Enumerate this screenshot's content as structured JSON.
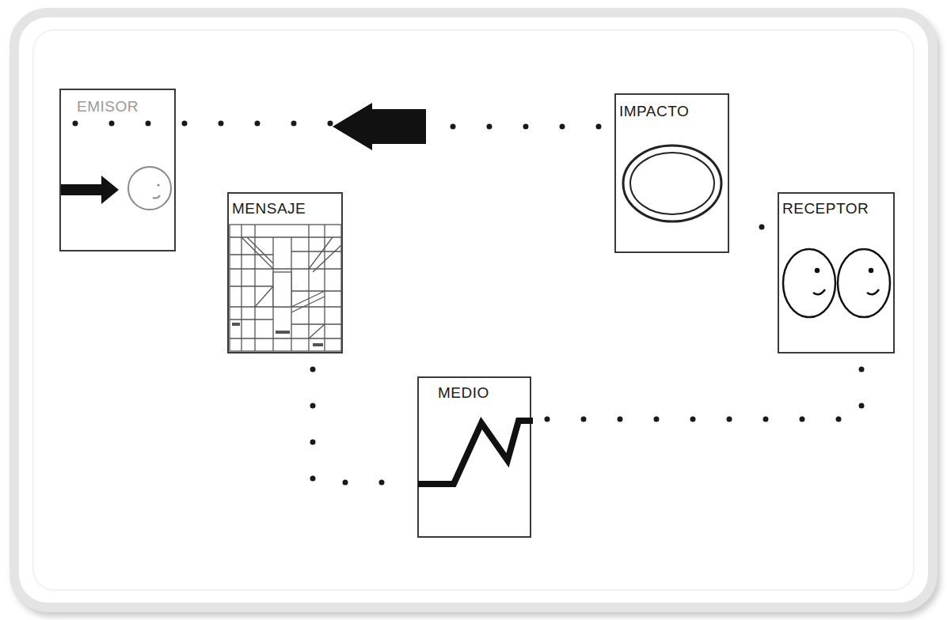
{
  "diagram": {
    "nodes": [
      {
        "text": [
          "EMISOR"
        ]
      },
      {
        "text": [
          "MENSAJE"
        ]
      },
      {
        "text": [
          "MEDIO"
        ]
      },
      {
        "text": [
          "RECEPTOR"
        ]
      },
      {
        "text": [
          "IMPACTO"
        ]
      }
    ],
    "edges": [
      {
        "from": 0,
        "to": 1,
        "arrow": "none"
      },
      {
        "from": 1,
        "to": 2,
        "arrow": "none"
      },
      {
        "from": 2,
        "to": 3,
        "arrow": "none"
      },
      {
        "from": 3,
        "to": 4,
        "arrow": "none"
      },
      {
        "from": 4,
        "to": 0,
        "arrow": "to"
      }
    ]
  }
}
